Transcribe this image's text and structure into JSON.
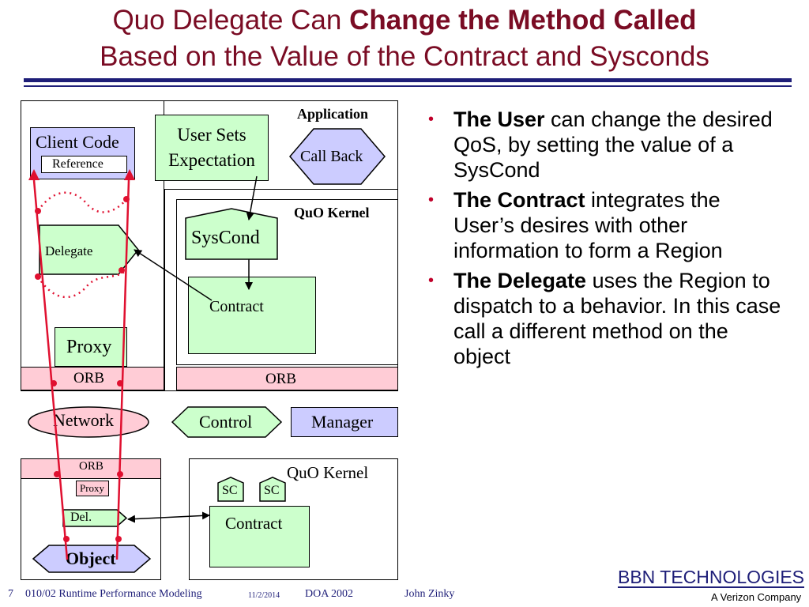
{
  "slide": {
    "title_line1_plain": "Quo Delegate Can ",
    "title_line1_bold": "Change the Method Called",
    "title_line2": "Based on the Value of the Contract and Sysconds"
  },
  "diagram": {
    "application_label": "Application",
    "client_code_label": "Client Code",
    "reference_label": "Reference",
    "user_sets_expectation": "User Sets Expectation",
    "call_back_label": "Call Back",
    "delegate_label": "Delegate",
    "quo_kernel_top_label": "QuO Kernel",
    "syscond_label": "SysCond",
    "contract_top_label": "Contract",
    "proxy_label": "Proxy",
    "orb_left_label": "ORB",
    "orb_right_label": "ORB",
    "network_label": "Network",
    "control_label": "Control",
    "manager_label": "Manager",
    "orb_bottom_label": "ORB",
    "proxy_small_label": "Proxy",
    "del_label": "Del.",
    "object_label": "Object",
    "quo_kernel_bottom_label": "QuO Kernel",
    "sc1_label": "SC",
    "sc2_label": "SC",
    "contract_bottom_label": "Contract"
  },
  "bullets": [
    {
      "bold": "The User",
      "rest": " can change the desired QoS, by setting the value of a SysCond"
    },
    {
      "bold": "The Contract",
      "rest": " integrates the User’s desires with other information to form a Region"
    },
    {
      "bold": "The Delegate",
      "rest": " uses the Region to dispatch to a behavior. In this case call a different method on the object"
    }
  ],
  "footer": {
    "page_number": "7",
    "course": "010/02  Runtime Performance Modeling",
    "date": "11/2/2014",
    "conference": "DOA 2002",
    "author": "John Zinky"
  },
  "branding": {
    "company": "BBN TECHNOLOGIES",
    "tagline": "A Verizon Company"
  },
  "colors": {
    "title": "#7a0c24",
    "rule": "#1e1e78",
    "light_green": "#ccffcc",
    "light_blue": "#ccccff",
    "pink": "#ffccd6",
    "red_path": "#e01030",
    "bullet": "#c0002a"
  }
}
